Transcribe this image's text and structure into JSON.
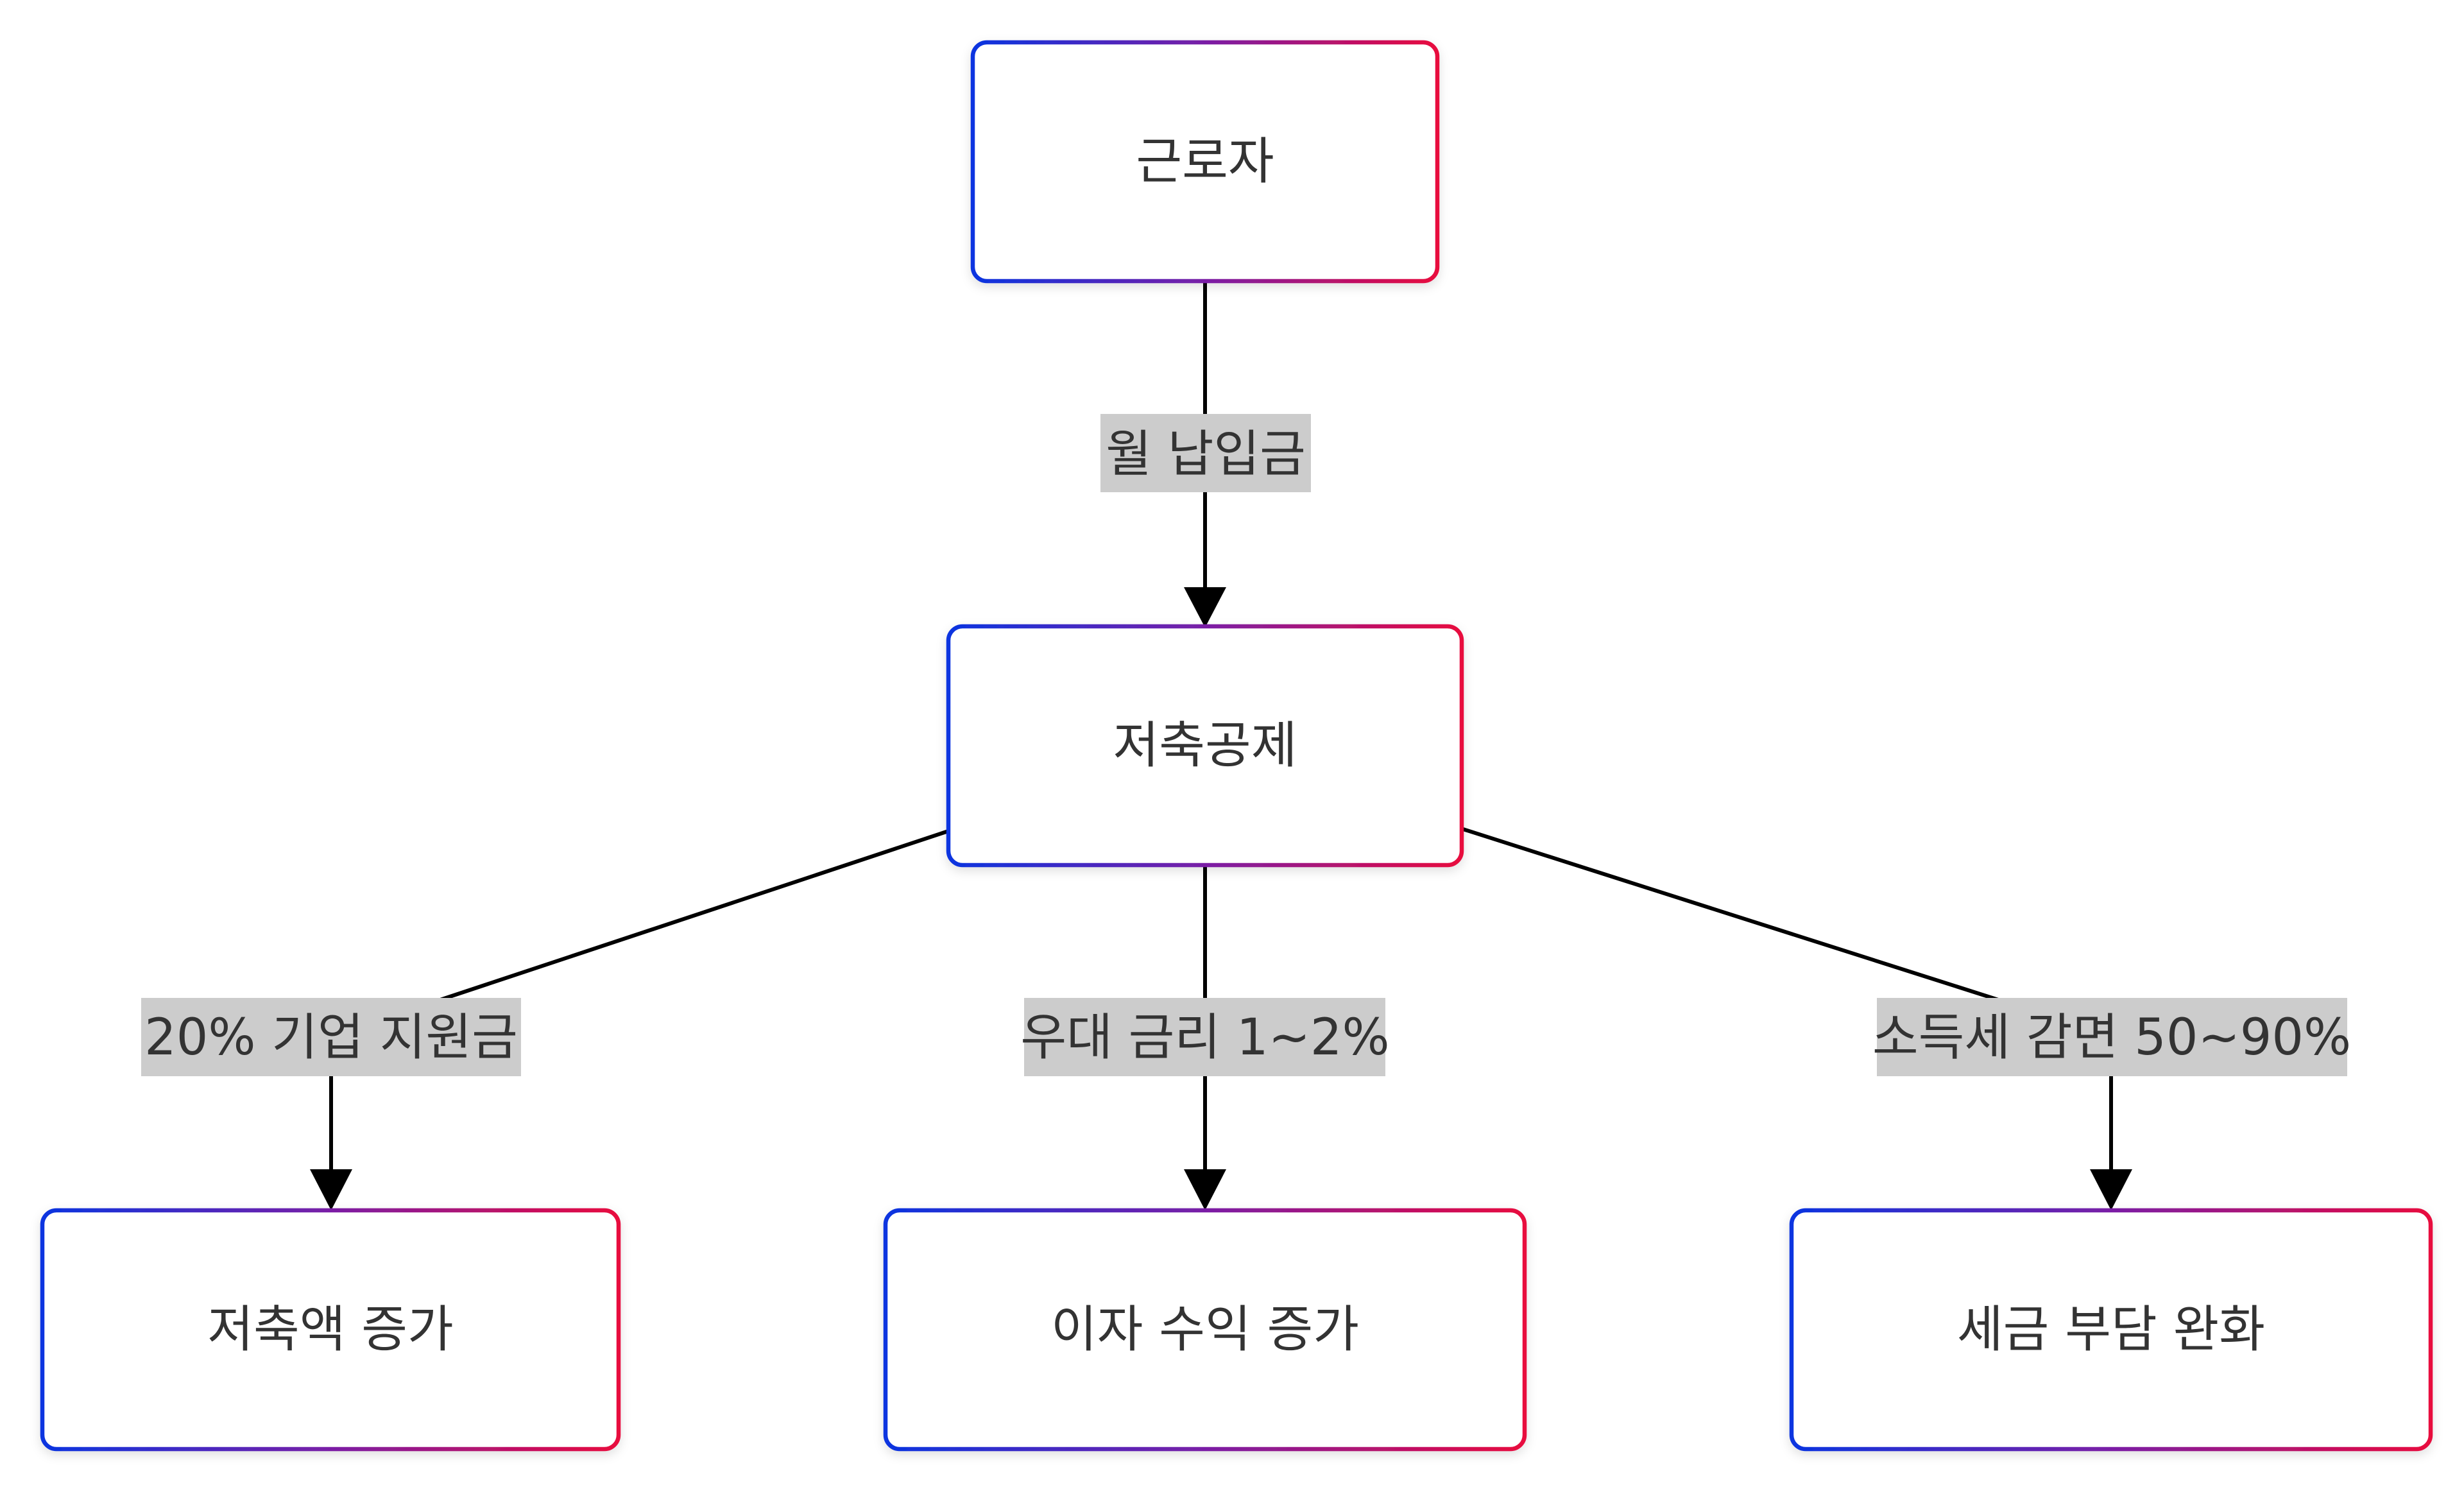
{
  "diagram": {
    "type": "flowchart",
    "direction": "top-down",
    "colors": {
      "node_border_start": "#0a34e0",
      "node_border_end": "#e8083e",
      "node_fill": "#ffffff",
      "edge": "#000000",
      "edge_label_bg": "#cccccc",
      "text": "#333333"
    },
    "nodes": {
      "worker": {
        "label": "근로자"
      },
      "savings_mutual_aid": {
        "label": "저축공제"
      },
      "savings_increase": {
        "label": "저축액 증가"
      },
      "interest_income_increase": {
        "label": "이자 수익 증가"
      },
      "tax_burden_relief": {
        "label": "세금 부담 완화"
      }
    },
    "edges": [
      {
        "from": "worker",
        "to": "savings_mutual_aid",
        "label": "월 납입금"
      },
      {
        "from": "savings_mutual_aid",
        "to": "savings_increase",
        "label": "20% 기업 지원금"
      },
      {
        "from": "savings_mutual_aid",
        "to": "interest_income_increase",
        "label": "우대 금리 1~2%"
      },
      {
        "from": "savings_mutual_aid",
        "to": "tax_burden_relief",
        "label": "소득세 감면 50~90%"
      }
    ]
  }
}
